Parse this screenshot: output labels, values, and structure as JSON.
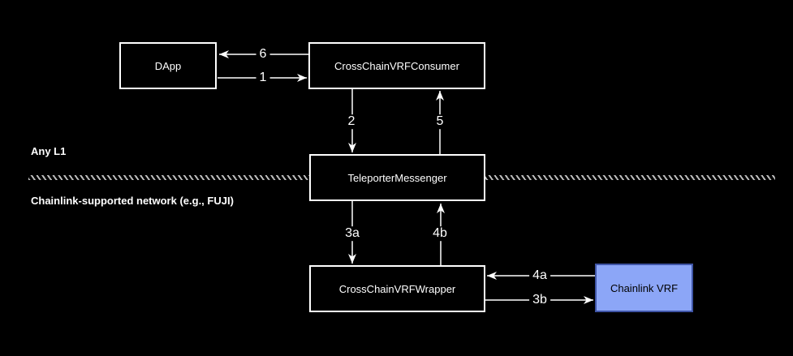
{
  "regions": {
    "top_label": "Any L1",
    "bottom_label": "Chainlink-supported network (e.g., FUJI)"
  },
  "boxes": {
    "dapp": {
      "label": "DApp"
    },
    "consumer": {
      "label": "CrossChainVRFConsumer"
    },
    "teleporter": {
      "label": "TeleporterMessenger"
    },
    "wrapper": {
      "label": "CrossChainVRFWrapper"
    },
    "chainlink": {
      "label": "Chainlink VRF"
    }
  },
  "edges": {
    "e1": {
      "label": "1",
      "from": "dapp",
      "to": "consumer"
    },
    "e2": {
      "label": "2",
      "from": "consumer",
      "to": "teleporter"
    },
    "e3a": {
      "label": "3a",
      "from": "teleporter",
      "to": "wrapper"
    },
    "e3b": {
      "label": "3b",
      "from": "wrapper",
      "to": "chainlink"
    },
    "e4a": {
      "label": "4a",
      "from": "chainlink",
      "to": "wrapper"
    },
    "e4b": {
      "label": "4b",
      "from": "wrapper",
      "to": "teleporter"
    },
    "e5": {
      "label": "5",
      "from": "teleporter",
      "to": "consumer"
    },
    "e6": {
      "label": "6",
      "from": "consumer",
      "to": "dapp"
    }
  },
  "colors": {
    "background": "#000000",
    "box_fill": "#000000",
    "box_border": "#ffffff",
    "box_text": "#ffffff",
    "chainlink_fill": "#8ca6f7",
    "chainlink_border": "#3f55a6",
    "chainlink_text": "#000000",
    "arrow": "#ffffff",
    "divider": "#bbbbbb"
  }
}
